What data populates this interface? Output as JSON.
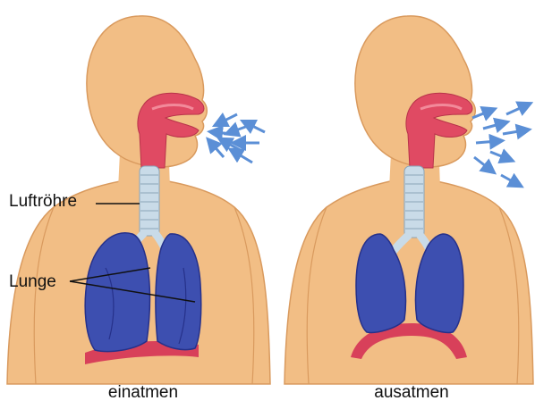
{
  "labels": {
    "trachea": "Luftröhre",
    "lungs": "Lunge"
  },
  "captions": {
    "inhale": "einatmen",
    "exhale": "ausatmen"
  },
  "colors": {
    "skin": "#f2be85",
    "skin_outline": "#d99a5e",
    "airway": "#e04a63",
    "airway_light": "#f28a9a",
    "trachea": "#c9dbe8",
    "lung": "#3d4fb0",
    "lung_dark": "#26318a",
    "diaphragm": "#d8405a",
    "air_arrows": "#5b8fd6"
  }
}
